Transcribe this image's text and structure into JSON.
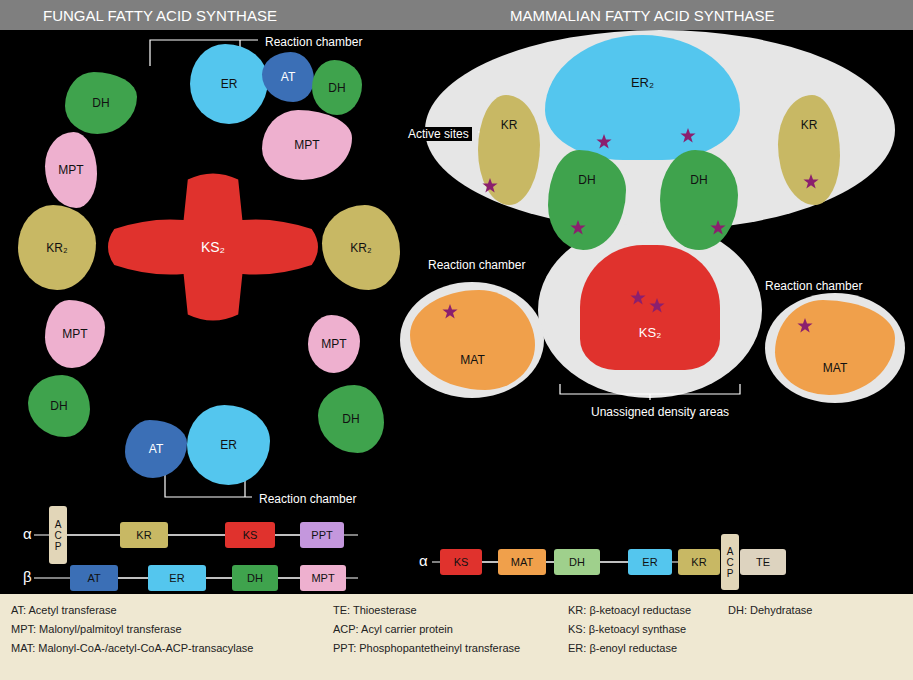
{
  "diagram": {
    "nodes": [
      {
        "text": [
          "ER"
        ]
      },
      {
        "text": [
          "AT"
        ]
      },
      {
        "text": [
          "DH"
        ]
      },
      {
        "text": [
          "DH"
        ]
      },
      {
        "text": [
          "MPT"
        ]
      },
      {
        "text": [
          "MPT"
        ]
      },
      {
        "text": [
          "KR₂"
        ]
      },
      {
        "text": [
          "KS₂"
        ]
      },
      {
        "text": [
          "KR₂"
        ]
      },
      {
        "text": [
          "MPT"
        ]
      },
      {
        "text": [
          "MPT"
        ]
      },
      {
        "text": [
          "DH"
        ]
      },
      {
        "text": [
          "AT"
        ]
      },
      {
        "text": [
          "ER"
        ]
      },
      {
        "text": [
          "DH"
        ]
      },
      {
        "text": [
          "ACP"
        ]
      },
      {
        "text": [
          "KR"
        ]
      },
      {
        "text": [
          "KS"
        ]
      },
      {
        "text": [
          "PPT"
        ]
      },
      {
        "text": [
          "AT"
        ]
      },
      {
        "text": [
          "ER"
        ]
      },
      {
        "text": [
          "DH"
        ]
      },
      {
        "text": [
          "MPT"
        ]
      },
      {
        "text": [
          "ER₂"
        ]
      },
      {
        "text": [
          "KR"
        ]
      },
      {
        "text": [
          "KR"
        ]
      },
      {
        "text": [
          "DH"
        ]
      },
      {
        "text": [
          "DH"
        ]
      },
      {
        "text": [
          "KS₂"
        ]
      },
      {
        "text": [
          "MAT"
        ]
      },
      {
        "text": [
          "MAT"
        ]
      },
      {
        "text": [
          "KS"
        ]
      },
      {
        "text": [
          "MAT"
        ]
      },
      {
        "text": [
          "DH"
        ]
      },
      {
        "text": [
          "ER"
        ]
      },
      {
        "text": [
          "KR"
        ]
      },
      {
        "text": [
          "ACP"
        ]
      },
      {
        "text": [
          "TE"
        ]
      }
    ],
    "edges": [
      {
        "from": 15,
        "to": 16,
        "arrow": "none"
      },
      {
        "from": 16,
        "to": 17,
        "arrow": "none"
      },
      {
        "from": 17,
        "to": 18,
        "arrow": "none"
      },
      {
        "from": 19,
        "to": 20,
        "arrow": "none"
      },
      {
        "from": 20,
        "to": 21,
        "arrow": "none"
      },
      {
        "from": 21,
        "to": 22,
        "arrow": "none"
      },
      {
        "from": 31,
        "to": 32,
        "arrow": "none"
      },
      {
        "from": 32,
        "to": 33,
        "arrow": "none"
      },
      {
        "from": 33,
        "to": 34,
        "arrow": "none"
      }
    ],
    "labels": [
      "FUNGAL FATTY ACID SYNTHASE",
      "MAMMALIAN FATTY ACID SYNTHASE",
      "Reaction chamber",
      "Reaction chamber",
      "Active sites",
      "Reaction chamber",
      "Reaction chamber",
      "Unassigned density areas",
      "α",
      "β",
      "α",
      "AT: Acetyl transferase",
      "TE: Thioesterase",
      "KR: β-ketoacyl reductase",
      "DH: Dehydratase",
      "MPT: Malonyl/palmitoyl transferase",
      "ACP: Acyl carrier protein",
      "KS: β-ketoacyl synthase",
      "MAT: Malonyl-CoA-/acetyl-CoA-ACP-transacylase",
      "PPT: Phosphopantetheinyl transferase",
      "ER: β-enoyl reductase"
    ]
  }
}
